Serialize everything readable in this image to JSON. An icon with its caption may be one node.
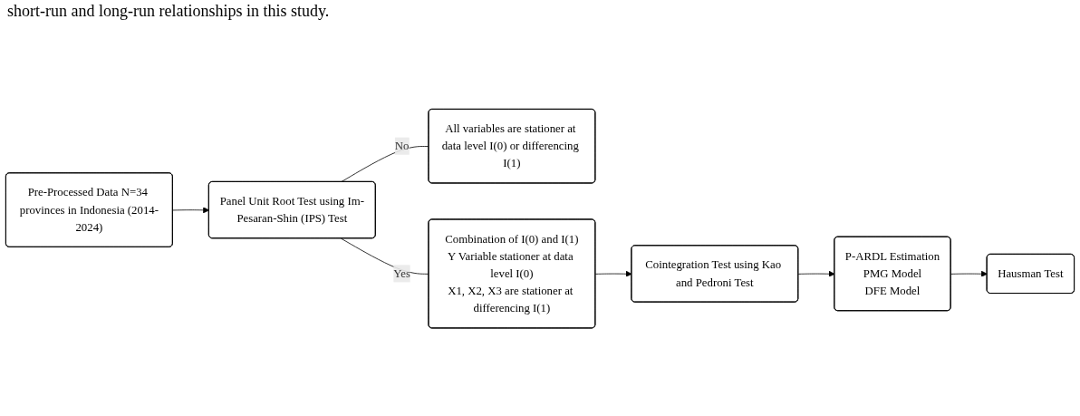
{
  "diagram": {
    "nodes": [
      {
        "text": [
          "Pre-Processed Data N=34 provinces in Indonesia (2014-2024)"
        ]
      },
      {
        "text": [
          "Panel Unit Root Test using Im-Pesaran-Shin (IPS) Test"
        ]
      },
      {
        "text": [
          "All variables are stationer at data level I(0) or differencing I(1)"
        ]
      },
      {
        "text": [
          "Combination of I(0) and I(1)",
          "Y Variable stationer at data level I(0)",
          "X1, X2, X3 are stationer at differencing I(1)"
        ]
      },
      {
        "text": [
          "Cointegration Test using Kao and Pedroni Test"
        ]
      },
      {
        "text": [
          "P-ARDL Estimation",
          "PMG Model",
          "DFE Model"
        ]
      },
      {
        "text": [
          "Hausman Test"
        ]
      }
    ],
    "edges": [
      {
        "from": 0,
        "to": 1,
        "arrow": "to"
      },
      {
        "from": 1,
        "to": 2,
        "label": "No",
        "arrow": "none"
      },
      {
        "from": 1,
        "to": 3,
        "label": "Yes",
        "arrow": "none"
      },
      {
        "from": 3,
        "to": 4,
        "arrow": "to"
      },
      {
        "from": 4,
        "to": 5,
        "arrow": "to"
      },
      {
        "from": 5,
        "to": 6,
        "arrow": "to"
      }
    ],
    "labels": [
      "short-run and long-run relationships in this study."
    ]
  }
}
